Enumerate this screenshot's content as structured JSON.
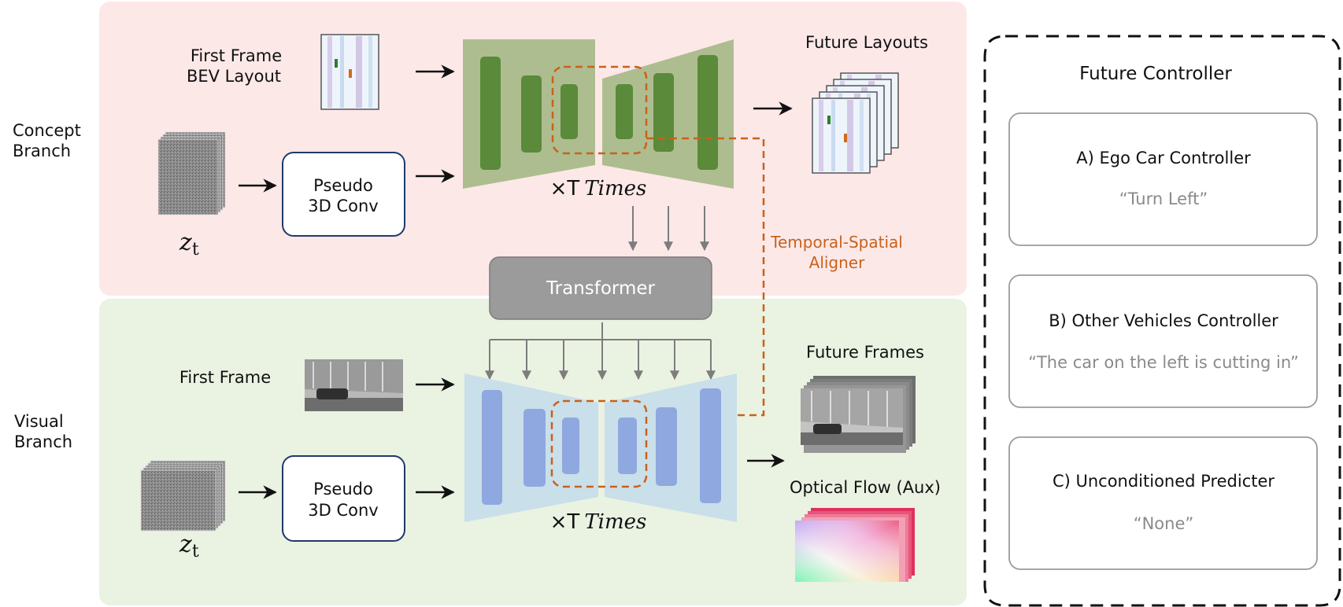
{
  "branches": {
    "concept": {
      "label_line1": "Concept",
      "label_line2": "Branch",
      "color": "#fde8e8"
    },
    "visual": {
      "label_line1": "Visual",
      "label_line2": "Branch",
      "color": "#eaf2e2"
    }
  },
  "concept_branch": {
    "first_frame_line1": "First Frame",
    "first_frame_line2": "BEV Layout",
    "noise_symbol": "z",
    "noise_subscript": "t",
    "conv_line1": "Pseudo",
    "conv_line2": "3D Conv",
    "times_prefix": "×T",
    "times_word": "Times",
    "output_label": "Future Layouts",
    "unet_color": "#aebd90",
    "block_color": "#5b8a3a"
  },
  "aligner": {
    "line1": "Temporal-Spatial",
    "line2": "Aligner",
    "color": "#c8621a"
  },
  "transformer": {
    "label": "Transformer",
    "color": "#9b9b9b"
  },
  "visual_branch": {
    "first_frame": "First Frame",
    "noise_symbol": "z",
    "noise_subscript": "t",
    "conv_line1": "Pseudo",
    "conv_line2": "3D Conv",
    "times_prefix": "×T",
    "times_word": "Times",
    "output_frames": "Future Frames",
    "output_flow": "Optical Flow (Aux)",
    "unet_color": "#c9dfea",
    "block_color": "#8fa8df"
  },
  "controller": {
    "title": "Future Controller",
    "items": [
      {
        "title": "A)  Ego Car Controller",
        "quote": "“Turn Left”"
      },
      {
        "title": "B) Other Vehicles Controller",
        "quote": "“The car on the left is cutting in”"
      },
      {
        "title": "C) Unconditioned Predicter",
        "quote": "“None”"
      }
    ]
  }
}
